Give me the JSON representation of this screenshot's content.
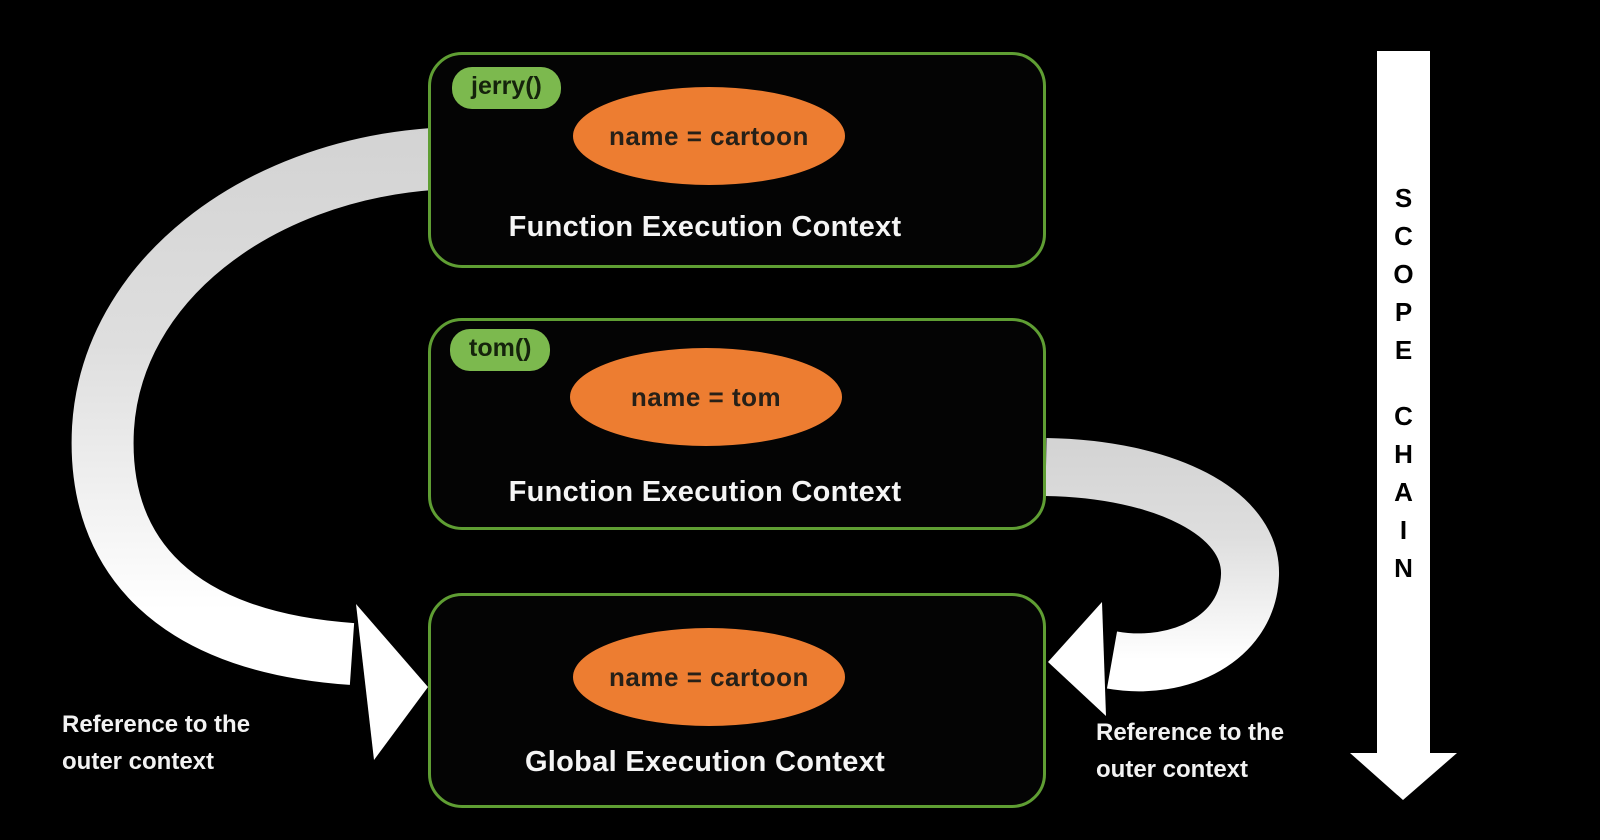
{
  "boxes": [
    {
      "badge": "jerry()",
      "variable": "name = cartoon",
      "label": "Function Execution Context"
    },
    {
      "badge": "tom()",
      "variable": "name = tom",
      "label": "Function Execution Context"
    },
    {
      "variable": "name = cartoon",
      "label": "Global Execution Context"
    }
  ],
  "annotations": {
    "left_reference": {
      "line1": "Reference to the",
      "line2": "outer context"
    },
    "right_reference": {
      "line1": "Reference to the",
      "line2": "outer context"
    }
  },
  "scope_chain": {
    "word1": "SCOPE",
    "word2": "CHAIN"
  },
  "colors": {
    "background": "#000000",
    "box_border_green": "#5f9e33",
    "badge_green": "#7cb94e",
    "badge_text": "#15230c",
    "ellipse_orange": "#ed7d31",
    "ellipse_text": "#262018",
    "label_white": "#f5f5f5",
    "arrow_gray": "#d3d3d3",
    "arrow_white": "#ffffff",
    "scope_arrow_fill": "#ffffff",
    "scope_text": "#000000"
  }
}
